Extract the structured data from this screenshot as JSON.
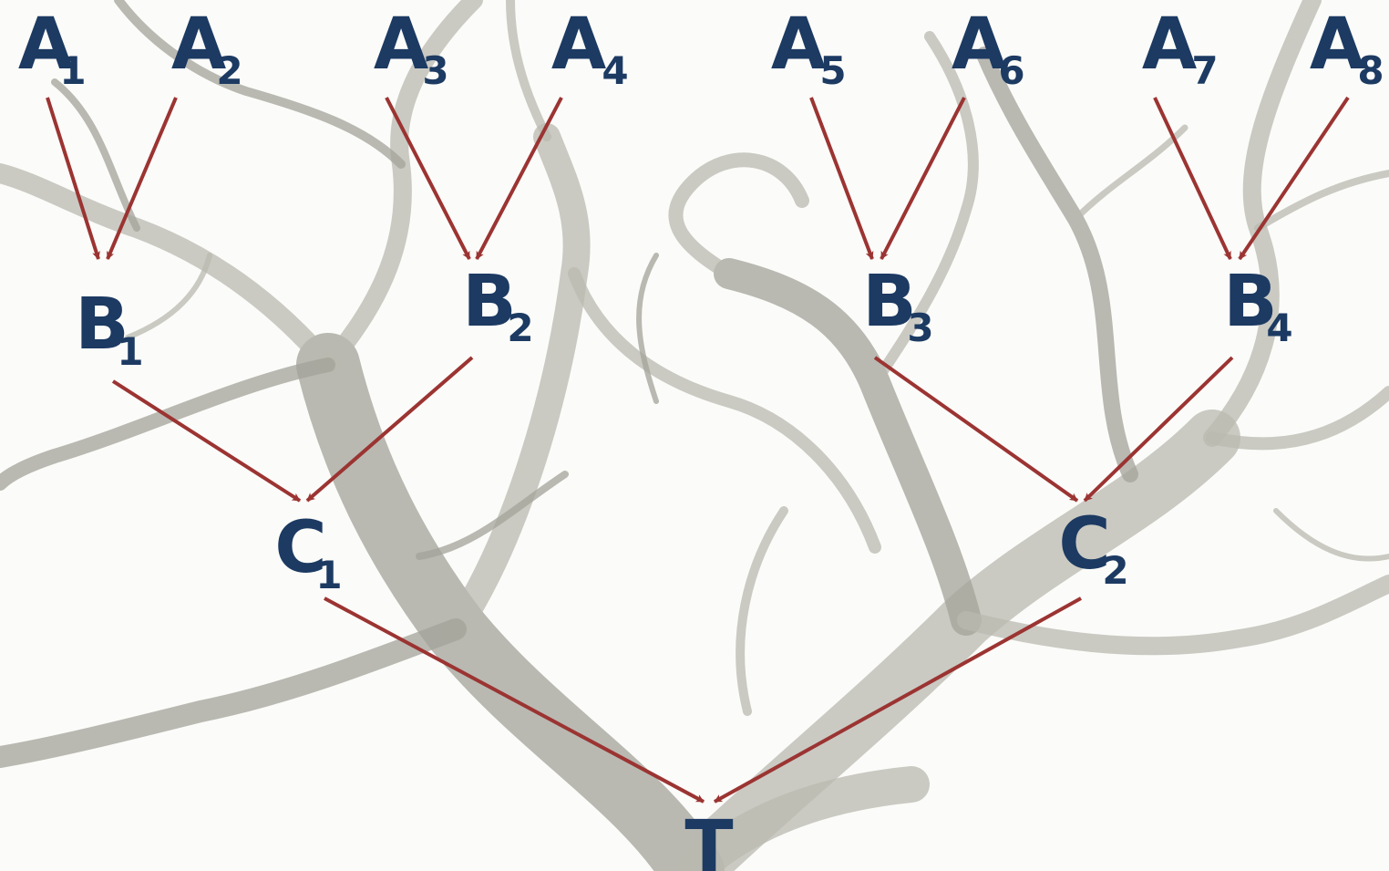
{
  "colors": {
    "background": "#fbfbf9",
    "tree": "#b9b9b0",
    "tree_dark": "#a3a39a",
    "label": "#1c3a62",
    "arrow": "#9b3432"
  },
  "nodes": [
    {
      "id": "A1",
      "letter": "A",
      "sub": "1"
    },
    {
      "id": "A2",
      "letter": "A",
      "sub": "2"
    },
    {
      "id": "A3",
      "letter": "A",
      "sub": "3"
    },
    {
      "id": "A4",
      "letter": "A",
      "sub": "4"
    },
    {
      "id": "A5",
      "letter": "A",
      "sub": "5"
    },
    {
      "id": "A6",
      "letter": "A",
      "sub": "6"
    },
    {
      "id": "A7",
      "letter": "A",
      "sub": "7"
    },
    {
      "id": "A8",
      "letter": "A",
      "sub": "8"
    },
    {
      "id": "B1",
      "letter": "B",
      "sub": "1"
    },
    {
      "id": "B2",
      "letter": "B",
      "sub": "2"
    },
    {
      "id": "B3",
      "letter": "B",
      "sub": "3"
    },
    {
      "id": "B4",
      "letter": "B",
      "sub": "4"
    },
    {
      "id": "C1",
      "letter": "C",
      "sub": "1"
    },
    {
      "id": "C2",
      "letter": "C",
      "sub": "2"
    },
    {
      "id": "T",
      "letter": "T",
      "sub": ""
    }
  ],
  "edges": [
    [
      "A1",
      "B1"
    ],
    [
      "A2",
      "B1"
    ],
    [
      "A3",
      "B2"
    ],
    [
      "A4",
      "B2"
    ],
    [
      "A5",
      "B3"
    ],
    [
      "A6",
      "B3"
    ],
    [
      "A7",
      "B4"
    ],
    [
      "A8",
      "B4"
    ],
    [
      "B1",
      "C1"
    ],
    [
      "B2",
      "C1"
    ],
    [
      "B3",
      "C2"
    ],
    [
      "B4",
      "C2"
    ],
    [
      "C1",
      "T"
    ],
    [
      "C2",
      "T"
    ]
  ]
}
